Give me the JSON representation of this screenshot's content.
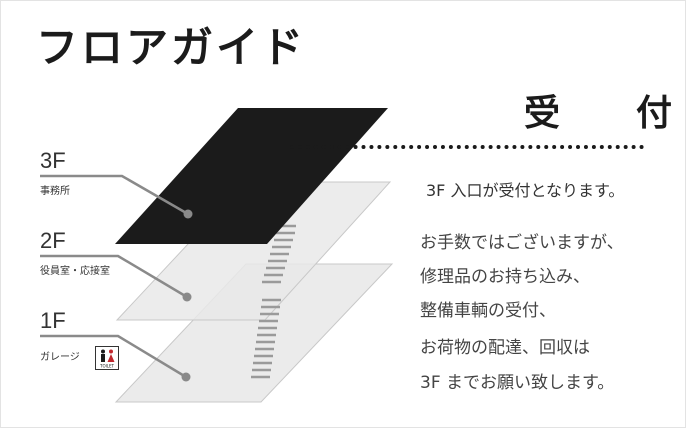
{
  "title": "フロアガイド",
  "heading": "受　付",
  "floors": [
    {
      "number": "3F",
      "label": "事務所"
    },
    {
      "number": "2F",
      "label": "役員室・応接室"
    },
    {
      "number": "1F",
      "label": "ガレージ",
      "badge": "TOILET"
    }
  ],
  "reception": {
    "lead": "3F 入口が受付となります。",
    "lines": [
      "お手数ではございますが、",
      "修理品のお持ち込み、",
      "整備車輌の受付、",
      "お荷物の配達、回収は",
      "3F までお願い致します。"
    ]
  },
  "colors": {
    "floor_top": "#1b1b1b",
    "floor_mid": "#e9e9e9",
    "floor_low": "#ebebeb",
    "leader": "#8a8a8a"
  }
}
